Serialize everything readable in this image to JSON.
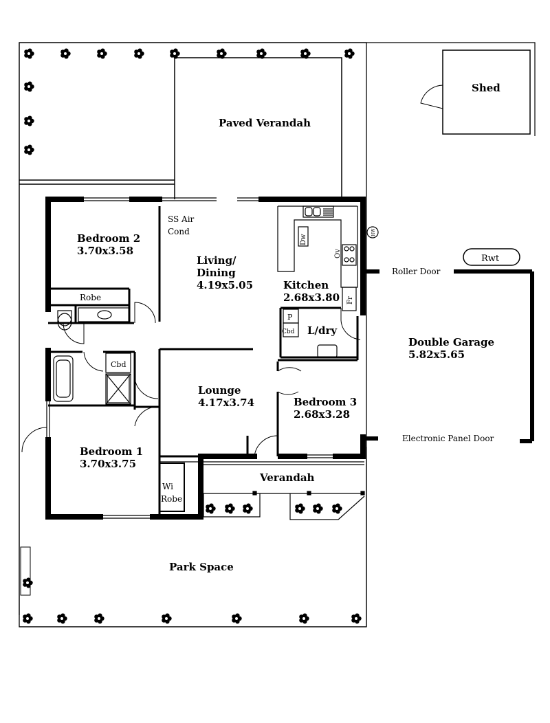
{
  "rooms": {
    "paved_verandah": "Paved Verandah",
    "shed": "Shed",
    "bedroom2": {
      "name": "Bedroom 2",
      "size": "3.70x3.58"
    },
    "ss_air_cond": {
      "line1": "SS Air",
      "line2": "Cond"
    },
    "living_dining": {
      "line1": "Living/",
      "line2": "Dining",
      "size": "4.19x5.05"
    },
    "kitchen": {
      "name": "Kitchen",
      "size": "2.68x3.80"
    },
    "robe": "Robe",
    "laundry": "L/dry",
    "double_garage": {
      "name": "Double Garage",
      "size": "5.82x5.65"
    },
    "lounge": {
      "name": "Lounge",
      "size": "4.17x3.74"
    },
    "bedroom3": {
      "name": "Bedroom 3",
      "size": "2.68x3.28"
    },
    "bedroom1": {
      "name": "Bedroom 1",
      "size": "3.70x3.75"
    },
    "wi_robe": {
      "line1": "Wi",
      "line2": "Robe"
    },
    "verandah": "Verandah",
    "park_space": "Park Space"
  },
  "fixtures": {
    "cbd": "Cbd",
    "cbd_laundry": "Cbd",
    "pantry": "P",
    "dishwasher": "Dw",
    "oven": "Ov",
    "fridge": "Fr",
    "hws": "HW"
  },
  "labels": {
    "roller_door": "Roller Door",
    "rwt": "Rwt",
    "electronic_panel_door": "Electronic Panel Door"
  }
}
